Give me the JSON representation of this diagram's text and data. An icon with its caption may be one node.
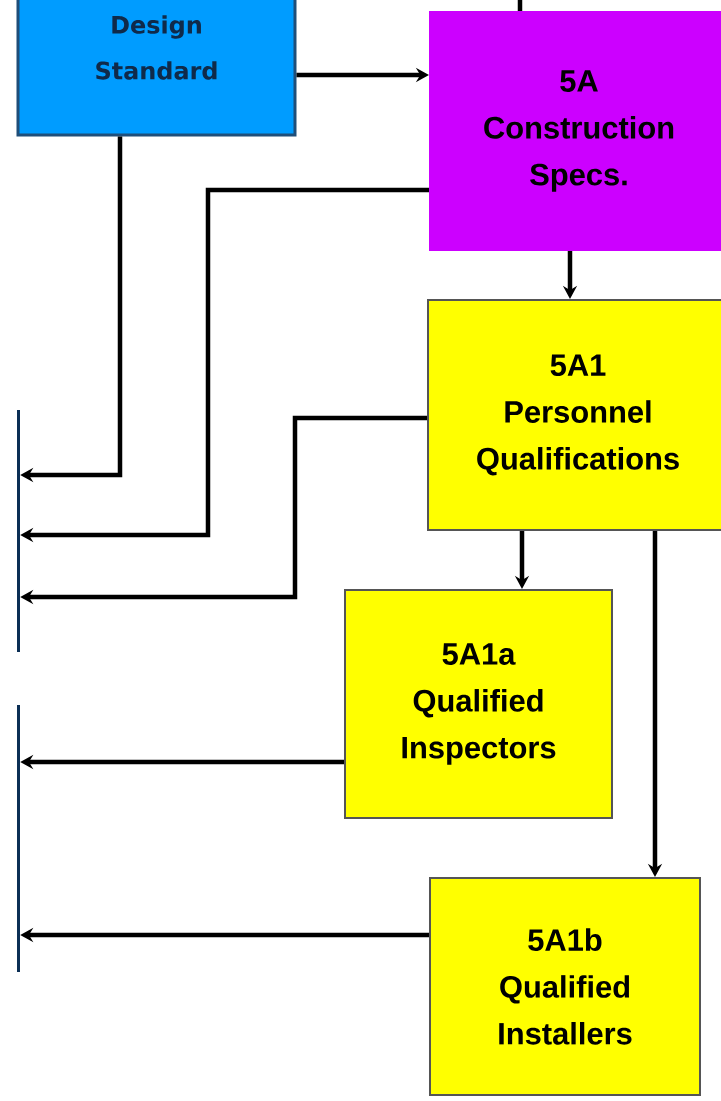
{
  "diagram": {
    "nodes": [
      {
        "text": [
          "Design Standard"
        ]
      },
      {
        "text": [
          "5A",
          "Construction Specs."
        ]
      },
      {
        "text": [
          "5A1",
          "Personnel Qualifications"
        ]
      },
      {
        "text": [
          "5A1a",
          "Qualified Inspectors"
        ]
      },
      {
        "text": [
          "5A1b",
          "Qualified Installers"
        ]
      },
      {
        "text": [],
        "shape": "bar"
      },
      {
        "text": [],
        "shape": "bar"
      }
    ],
    "edges": [
      {
        "from": 0,
        "to": 1,
        "arrow": "to"
      },
      {
        "from": null,
        "to": 1,
        "arrow": "none"
      },
      {
        "from": 0,
        "to": 5,
        "arrow": "to"
      },
      {
        "from": 1,
        "to": 5,
        "arrow": "to"
      },
      {
        "from": 1,
        "to": 2,
        "arrow": "to"
      },
      {
        "from": 2,
        "to": 5,
        "arrow": "to"
      },
      {
        "from": 2,
        "to": 3,
        "arrow": "to"
      },
      {
        "from": 2,
        "to": 4,
        "arrow": "to"
      },
      {
        "from": 3,
        "to": 6,
        "arrow": "to"
      },
      {
        "from": 4,
        "to": 6,
        "arrow": "to"
      }
    ]
  }
}
